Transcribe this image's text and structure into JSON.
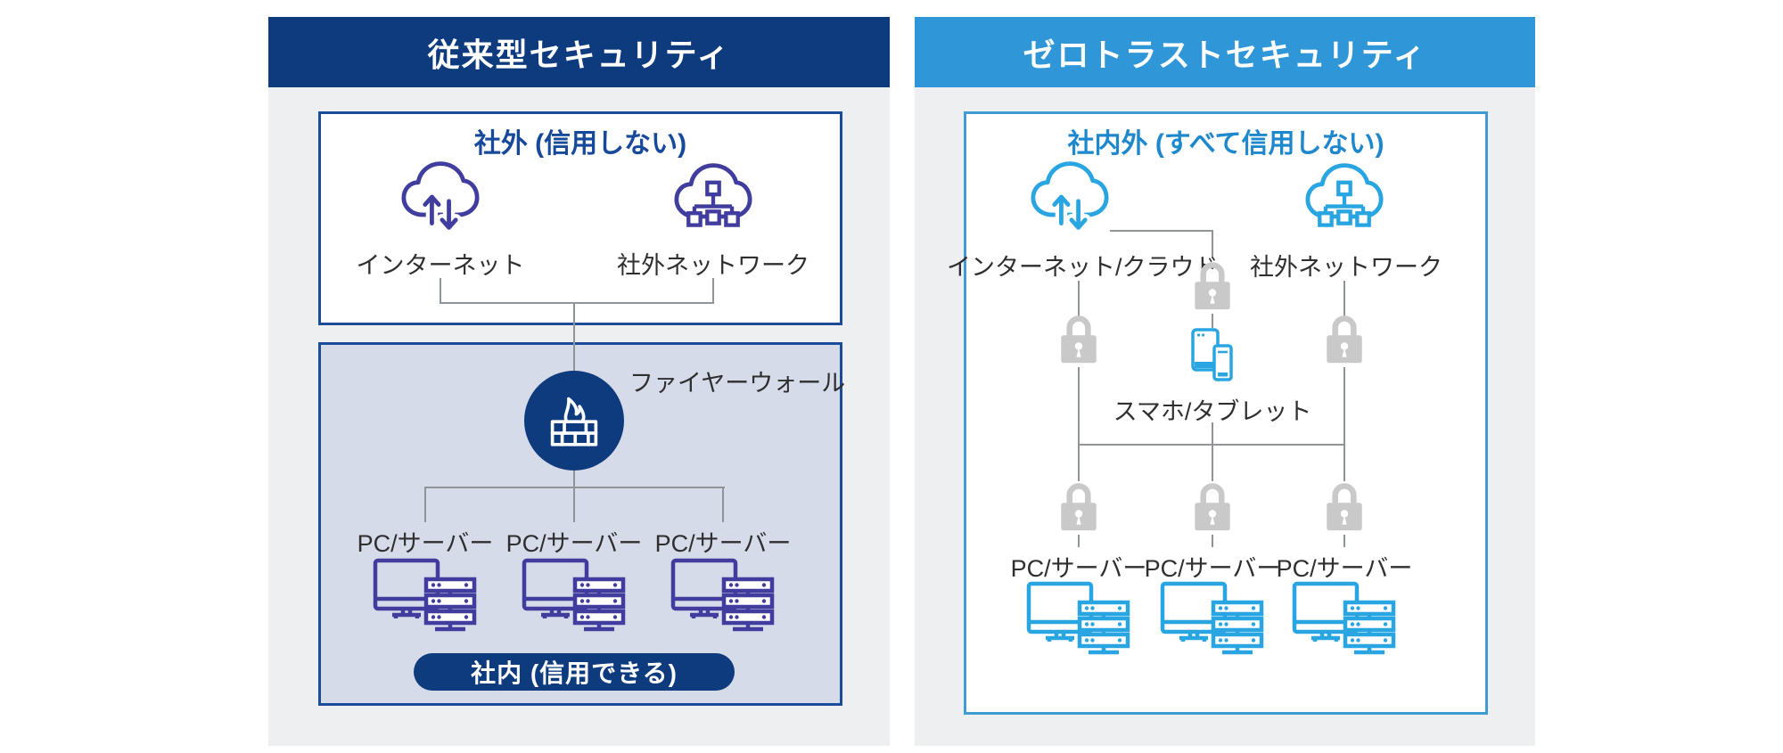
{
  "left_panel": {
    "title": "従来型セキュリティ",
    "outside_box": {
      "title": "社外 (信用しない)",
      "nodes": [
        {
          "label": "インターネット",
          "icon": "cloud-updown-icon"
        },
        {
          "label": "社外ネットワーク",
          "icon": "cloud-network-icon"
        }
      ]
    },
    "inside_box": {
      "firewall_label": "ファイヤーウォール",
      "server_labels": [
        "PC/サーバー",
        "PC/サーバー",
        "PC/サーバー"
      ],
      "inside_badge": "社内 (信用できる)"
    }
  },
  "right_panel": {
    "title": "ゼロトラストセキュリティ",
    "zone_box": {
      "title": "社内外 (すべて信用しない)",
      "nodes": [
        {
          "label": "インターネット/クラウド",
          "icon": "cloud-updown-icon"
        },
        {
          "label": "社外ネットワーク",
          "icon": "cloud-network-icon"
        }
      ],
      "mobile_label": "スマホ/タブレット",
      "server_labels": [
        "PC/サーバー",
        "PC/サーバー",
        "PC/サーバー"
      ]
    }
  },
  "colors": {
    "navy": "#0e3b7e",
    "left_border": "#1c4b99",
    "left_title": "#17499b",
    "purple": "#413d9f",
    "panel_bg": "#edeff1",
    "inside_fill": "#d6dbe9",
    "right_header": "#2f97d7",
    "right_border": "#3f9bd4",
    "right_title": "#1e88cc",
    "light_blue": "#29a5e1",
    "line_gray": "#8f9499",
    "lock_gray": "#c9c9c9",
    "text": "#2f2f2f"
  }
}
